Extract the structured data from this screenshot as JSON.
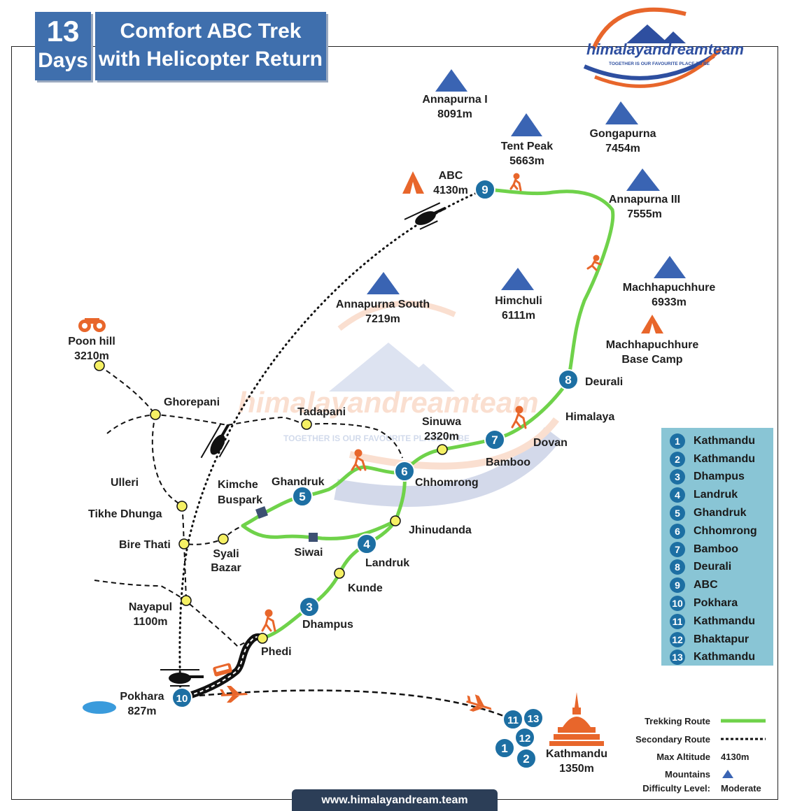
{
  "title": {
    "days_number": "13",
    "days_label": "Days",
    "line1": "Comfort ABC Trek",
    "line2": "with Helicopter Return"
  },
  "brand": {
    "name": "himalayandreamteam",
    "tagline": "TOGETHER IS OUR FAVOURITE PLACE TO BE",
    "website": "www.himalayandream.team"
  },
  "watermark": {
    "name": "himalayandreamteam",
    "tagline": "TOGETHER IS OUR FAVOURITE PLACE TO BE"
  },
  "mountains": [
    {
      "name": "Annapurna I",
      "alt": "8091m"
    },
    {
      "name": "Tent Peak",
      "alt": "5663m"
    },
    {
      "name": "Gongapurna",
      "alt": "7454m"
    },
    {
      "name": "Annapurna III",
      "alt": "7555m"
    },
    {
      "name": "Machhapuchhure",
      "alt": "6933m"
    },
    {
      "name": "Himchuli",
      "alt": "6111m"
    },
    {
      "name": "Annapurna South",
      "alt": "7219m"
    }
  ],
  "places": {
    "abc": {
      "name": "ABC",
      "alt": "4130m"
    },
    "mbc": {
      "l1": "Machhapuchhure",
      "l2": "Base Camp"
    },
    "deurali": "Deurali",
    "himalaya": "Himalaya",
    "dovan": "Dovan",
    "sinuwa": {
      "name": "Sinuwa",
      "alt": "2320m"
    },
    "bamboo": "Bamboo",
    "chhomrong": "Chhomrong",
    "jhinudanda": "Jhinudanda",
    "landruk": "Landruk",
    "kunde": "Kunde",
    "dhampus": "Dhampus",
    "phedi": "Phedi",
    "tadapani": "Tadapani",
    "ghandruk": "Ghandruk",
    "kimche": {
      "l1": "Kimche",
      "l2": "Buspark"
    },
    "siwai": "Siwai",
    "syali": {
      "l1": "Syali",
      "l2": "Bazar"
    },
    "ghorepani": "Ghorepani",
    "poonhill": {
      "name": "Poon hill",
      "alt": "3210m"
    },
    "ulleri": "Ulleri",
    "tikhe": "Tikhe Dhunga",
    "birethati": "Bire Thati",
    "nayapul": {
      "name": "Nayapul",
      "alt": "1100m"
    },
    "pokhara": {
      "name": "Pokhara",
      "alt": "827m"
    },
    "kathmandu": {
      "name": "Kathmandu",
      "alt": "1350m"
    }
  },
  "route_markers": [
    "1",
    "2",
    "3",
    "4",
    "5",
    "6",
    "7",
    "8",
    "9",
    "10",
    "11",
    "12",
    "13"
  ],
  "itinerary": [
    {
      "day": "1",
      "place": "Kathmandu"
    },
    {
      "day": "2",
      "place": "Kathmandu"
    },
    {
      "day": "3",
      "place": "Dhampus"
    },
    {
      "day": "4",
      "place": "Landruk"
    },
    {
      "day": "5",
      "place": "Ghandruk"
    },
    {
      "day": "6",
      "place": "Chhomrong"
    },
    {
      "day": "7",
      "place": "Bamboo"
    },
    {
      "day": "8",
      "place": "Deurali"
    },
    {
      "day": "9",
      "place": "ABC"
    },
    {
      "day": "10",
      "place": "Pokhara"
    },
    {
      "day": "11",
      "place": "Kathmandu"
    },
    {
      "day": "12",
      "place": "Bhaktapur"
    },
    {
      "day": "13",
      "place": "Kathmandu"
    }
  ],
  "legend": {
    "trekking_route": "Trekking Route",
    "secondary_route": "Secondary Route",
    "max_altitude_label": "Max Altitude",
    "max_altitude_value": "4130m",
    "mountains_label": "Mountains",
    "difficulty_label": "Difficulty Level:",
    "difficulty_value": "Moderate"
  },
  "colors": {
    "trek_route": "#6fd24a",
    "marker": "#1d6fa3",
    "title_bg": "#3f6fad",
    "accent_orange": "#e8662b",
    "node_yellow": "#f5f064",
    "itinerary_bg": "#89c5d5",
    "mountain": "#3a64b3"
  }
}
